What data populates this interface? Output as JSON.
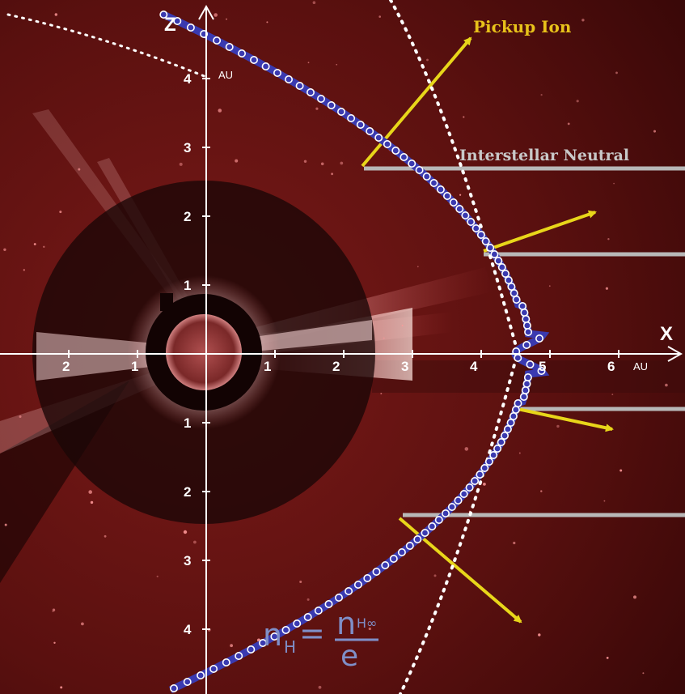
{
  "labels": {
    "pickup_ion": "Pickup Ion",
    "interstellar_neutral": "Interstellar Neutral",
    "x_axis": "X",
    "z_axis": "Z",
    "unit_x": "AU",
    "unit_z": "AU"
  },
  "formula": {
    "lhs": "n",
    "lhs_sub": "H",
    "equals": "=",
    "numerator": "n",
    "numerator_sub": "H∞",
    "denominator": "e"
  },
  "ticks": {
    "x_left": [
      "2",
      "1"
    ],
    "x_right": [
      "1",
      "2",
      "3",
      "4",
      "5",
      "6"
    ],
    "z_up": [
      "1",
      "2",
      "3",
      "4"
    ],
    "z_down": [
      "1",
      "2",
      "3",
      "4"
    ]
  },
  "colors": {
    "background": "#5e1010",
    "boundary": "#3a3ab0",
    "boundary_markers": "#ffffff",
    "arrows": "#e8d61a",
    "neutral_lines": "#b8b8b8",
    "pickup_label": "#e8c21a",
    "neutral_label": "#c8c8c8",
    "formula": "#7f8fc8",
    "axes": "#ffffff"
  }
}
